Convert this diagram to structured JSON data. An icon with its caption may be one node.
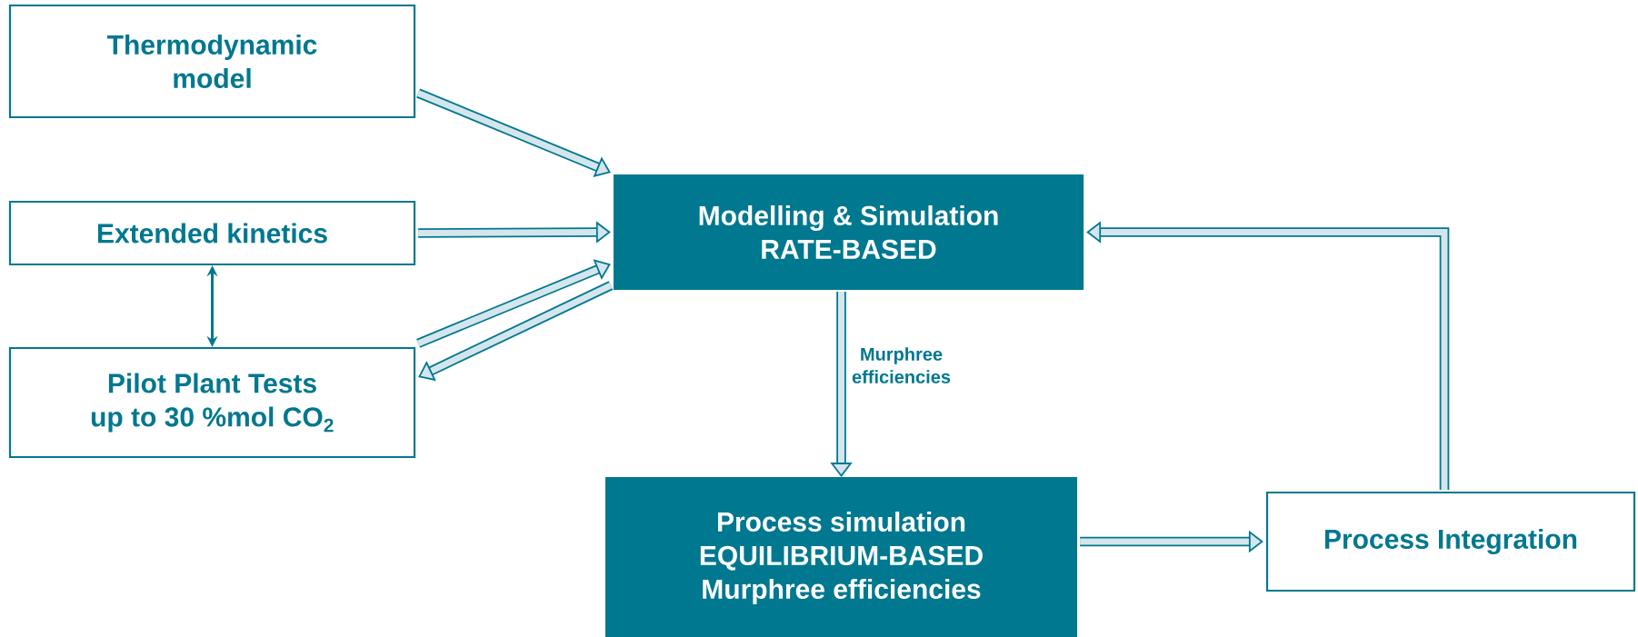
{
  "diagram": {
    "nodes": [
      {
        "text": [
          "Thermodynamic model"
        ]
      },
      {
        "text": [
          "Extended kinetics"
        ]
      },
      {
        "text": [
          "Pilot Plant Tests",
          "up to 30 %mol CO$_{2}$"
        ]
      },
      {
        "text": [
          "Modelling & Simulation",
          "RATE-BASED"
        ]
      },
      {
        "text": [
          "Process simulation",
          "EQUILIBRIUM-BASED",
          "Murphree efficiencies"
        ]
      },
      {
        "text": [
          "Process Integration"
        ]
      }
    ],
    "edges": [
      {
        "from": 0,
        "to": 3,
        "arrow": "to"
      },
      {
        "from": 1,
        "to": 3,
        "arrow": "to"
      },
      {
        "from": 1,
        "to": 2,
        "arrow": "both"
      },
      {
        "from": 2,
        "to": 3,
        "arrow": "to"
      },
      {
        "from": 3,
        "to": 2,
        "arrow": "to"
      },
      {
        "from": 3,
        "to": 4,
        "arrow": "to",
        "label": "Murphree efficiencies"
      },
      {
        "from": 4,
        "to": 5,
        "arrow": "to"
      },
      {
        "from": 5,
        "to": 3,
        "arrow": "to"
      }
    ]
  }
}
